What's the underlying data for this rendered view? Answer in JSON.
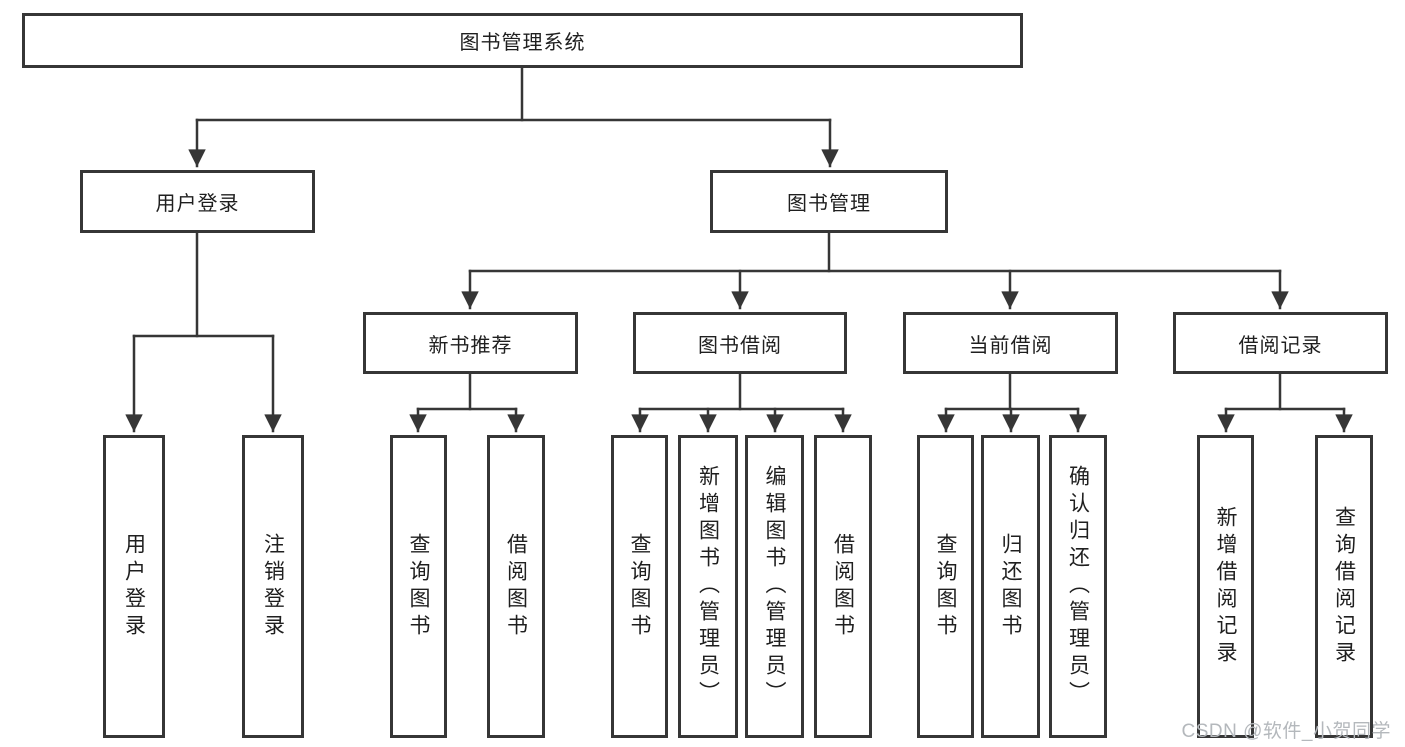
{
  "diagram": {
    "title": "图书管理系统",
    "root": {
      "label": "图书管理系统"
    },
    "branches": [
      {
        "label": "用户登录",
        "children": [
          {
            "label": "用户登录"
          },
          {
            "label": "注销登录"
          }
        ]
      },
      {
        "label": "图书管理",
        "groups": [
          {
            "label": "新书推荐",
            "children": [
              {
                "label": "查询图书"
              },
              {
                "label": "借阅图书"
              }
            ]
          },
          {
            "label": "图书借阅",
            "children": [
              {
                "label": "查询图书"
              },
              {
                "label": "新增图书（管理员）"
              },
              {
                "label": "编辑图书（管理员）"
              },
              {
                "label": "借阅图书"
              }
            ]
          },
          {
            "label": "当前借阅",
            "children": [
              {
                "label": "查询图书"
              },
              {
                "label": "归还图书"
              },
              {
                "label": "确认归还（管理员）"
              }
            ]
          },
          {
            "label": "借阅记录",
            "children": [
              {
                "label": "新增借阅记录"
              },
              {
                "label": "查询借阅记录"
              }
            ]
          }
        ]
      }
    ],
    "line_color": "#363636",
    "text_color": "#1f1f1f",
    "watermark": "CSDN @软件_小贺同学",
    "watermark_color": "#b4b8bc"
  }
}
